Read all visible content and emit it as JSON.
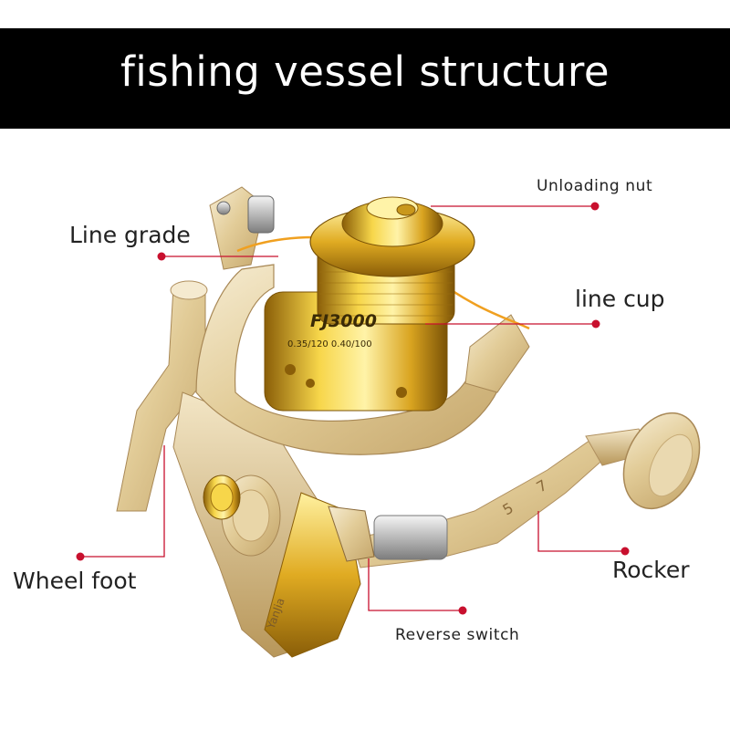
{
  "header": {
    "title": "fishing vessel structure"
  },
  "labels": {
    "unloading_nut": "Unloading nut",
    "line_grade": "Line grade",
    "line_cup": "line cup",
    "wheel_foot": "Wheel foot",
    "rocker": "Rocker",
    "reverse_switch": "Reverse switch"
  },
  "reel": {
    "spool_text": "FJ3000",
    "spool_spec": "0.35/120  0.40/100",
    "handle_digits": [
      "5",
      "7"
    ],
    "brand": "YanJia"
  },
  "colors": {
    "banner": "#000000",
    "leader_line": "#c8102e",
    "gold": "#d4a320",
    "champagne": "#e6d3a8",
    "fishing_line": "#f0a020"
  }
}
